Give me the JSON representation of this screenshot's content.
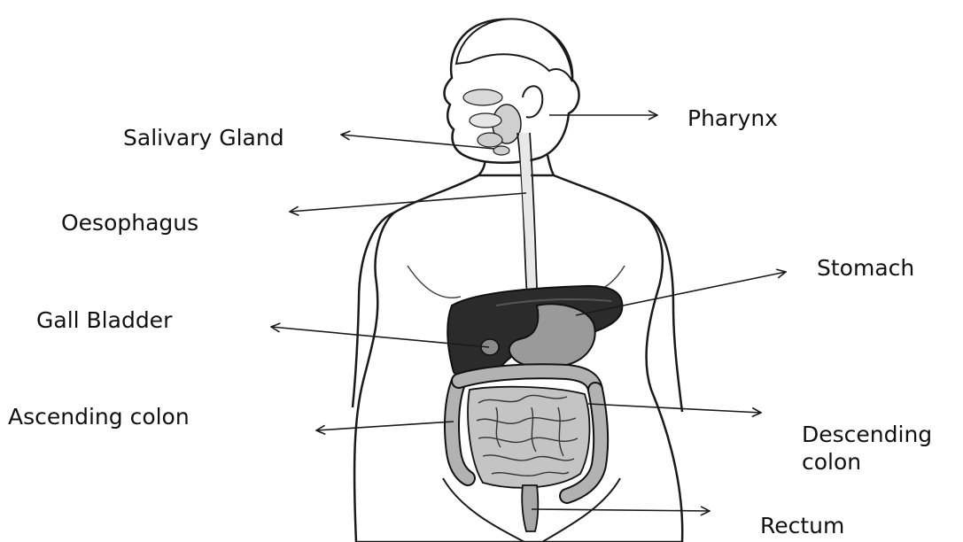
{
  "diagram": {
    "labels": {
      "pharynx": "Pharynx",
      "salivary_gland": "Salivary Gland",
      "oesophagus": "Oesophagus",
      "stomach": "Stomach",
      "gall_bladder": "Gall Bladder",
      "ascending_colon": "Ascending colon",
      "descending_colon": "Descending colon",
      "rectum": "Rectum"
    },
    "colors": {
      "outline": "#1a1a1a",
      "skin": "#ffffff",
      "liver": "#2b2b2b",
      "stomach": "#9a9a9a",
      "intestine": "#c4c4c4",
      "colon": "#b2b2b2",
      "gland": "#cfcfcf"
    }
  }
}
